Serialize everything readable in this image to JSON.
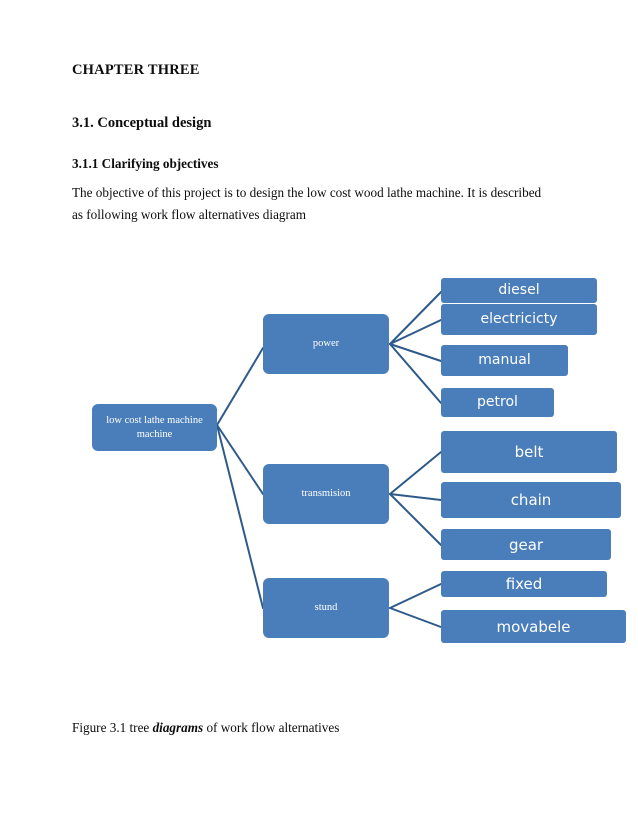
{
  "document": {
    "chapter_title": "CHAPTER THREE",
    "section_heading": "3.1. Conceptual design",
    "subsection_heading": "3.1.1 Clarifying objectives",
    "body_paragraph": "The objective of this project is to design the low cost wood lathe machine. It is described as following work flow alternatives diagram",
    "caption_prefix": "Figure 3.1 tree ",
    "caption_emphasis": "diagrams",
    "caption_suffix": " of work flow alternatives"
  },
  "colors": {
    "node_fill": "#4a7ebb",
    "edge_stroke": "#2e5a8a",
    "node_text": "#ffffff",
    "page_background": "#ffffff",
    "body_text": "#0d0d0d"
  },
  "diagram": {
    "title": "tree diagram of work flow alternatives",
    "root": {
      "id": "root",
      "label": "low cost lathe machine machine",
      "label_line1": "low cost lathe machine",
      "label_line2": "machine"
    },
    "branches": [
      {
        "id": "power",
        "label": "power",
        "leaves": [
          {
            "id": "diesel",
            "label": "diesel"
          },
          {
            "id": "electricicty",
            "label": "electricicty"
          },
          {
            "id": "manual",
            "label": "manual"
          },
          {
            "id": "petrol",
            "label": "petrol"
          }
        ]
      },
      {
        "id": "transmision",
        "label": "transmision",
        "leaves": [
          {
            "id": "belt",
            "label": "belt"
          },
          {
            "id": "chain",
            "label": "chain"
          },
          {
            "id": "gear",
            "label": "gear"
          }
        ]
      },
      {
        "id": "stund",
        "label": "stund",
        "leaves": [
          {
            "id": "fixed",
            "label": "fixed"
          },
          {
            "id": "movabele",
            "label": "movabele"
          }
        ]
      }
    ]
  }
}
